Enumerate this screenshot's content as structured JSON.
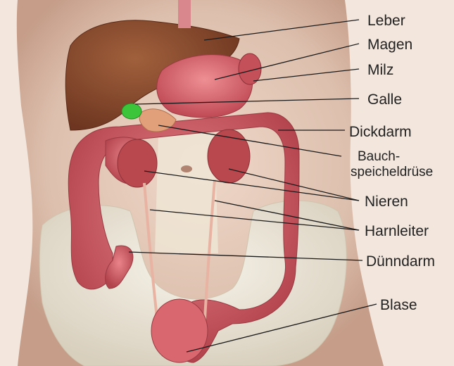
{
  "labels": {
    "liver": "Leber",
    "stomach": "Magen",
    "spleen": "Milz",
    "gallbladder": "Galle",
    "colon": "Dickdarm",
    "pancreas_line1": "Bauch-",
    "pancreas_line2": "speicheldrüse",
    "kidneys": "Nieren",
    "ureters": "Harnleiter",
    "small_intestine": "Dünndarm",
    "bladder": "Blase"
  },
  "colors": {
    "skin": "#e4c9b8",
    "skin_shadow": "#c9a592",
    "liver": "#8a4a2c",
    "stomach": "#d8606a",
    "gallbladder": "#3cc43a",
    "colon": "#c8555a",
    "kidney": "#b8484e",
    "bone": "#ece6d8",
    "leader": "#1a1a1a"
  }
}
